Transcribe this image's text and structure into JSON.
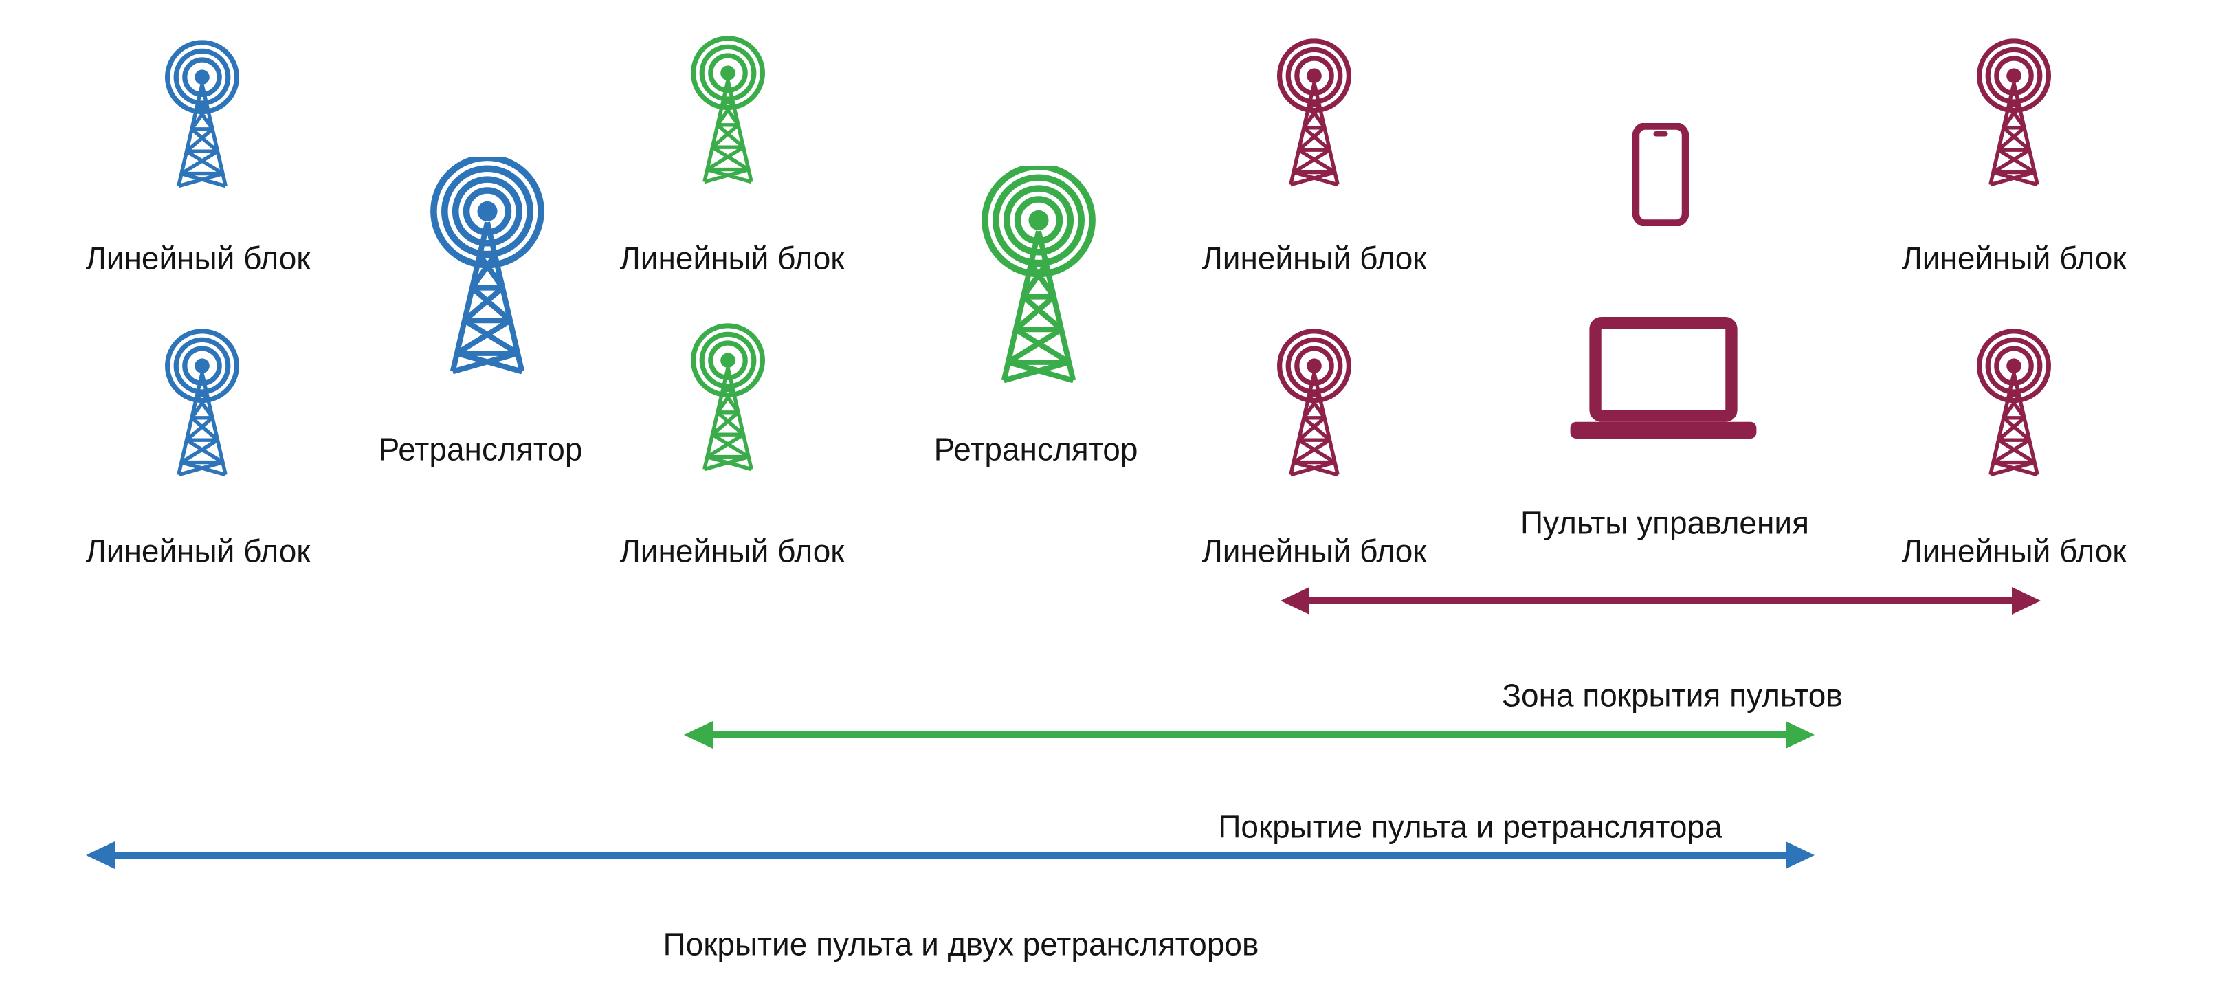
{
  "colors": {
    "blue": "#2d74b9",
    "green": "#3aad4a",
    "maroon": "#8e2149",
    "text": "#141414",
    "background": "#ffffff"
  },
  "labels": {
    "linear_block": "Линейный блок",
    "repeater": "Ретранслятор",
    "control_panels": "Пульты управления"
  },
  "coverage": {
    "panels": {
      "label": "Зона покрытия пультов",
      "color": "maroon"
    },
    "panel_one_repeater": {
      "label": "Покрытие пульта и ретранслятора",
      "color": "green"
    },
    "panel_two_repeaters": {
      "label": "Покрытие пульта и двух ретрансляторов",
      "color": "blue"
    }
  },
  "nodes": [
    {
      "type": "linear_block",
      "color": "blue",
      "row": 1,
      "icon": "radio-tower-3-waves"
    },
    {
      "type": "repeater",
      "color": "blue",
      "row": 1,
      "icon": "radio-tower-4-waves"
    },
    {
      "type": "linear_block",
      "color": "green",
      "row": 1,
      "icon": "radio-tower-3-waves"
    },
    {
      "type": "repeater",
      "color": "green",
      "row": 1,
      "icon": "radio-tower-4-waves"
    },
    {
      "type": "linear_block",
      "color": "maroon",
      "row": 1,
      "icon": "radio-tower-3-waves"
    },
    {
      "type": "control_panels",
      "color": "maroon",
      "row": 1,
      "icon": "smartphone-and-laptop"
    },
    {
      "type": "linear_block",
      "color": "maroon",
      "row": 1,
      "icon": "radio-tower-3-waves"
    },
    {
      "type": "linear_block",
      "color": "blue",
      "row": 2,
      "icon": "radio-tower-3-waves"
    },
    {
      "type": "linear_block",
      "color": "green",
      "row": 2,
      "icon": "radio-tower-3-waves"
    },
    {
      "type": "linear_block",
      "color": "maroon",
      "row": 2,
      "icon": "radio-tower-3-waves"
    },
    {
      "type": "linear_block",
      "color": "maroon",
      "row": 2,
      "icon": "radio-tower-3-waves"
    }
  ]
}
